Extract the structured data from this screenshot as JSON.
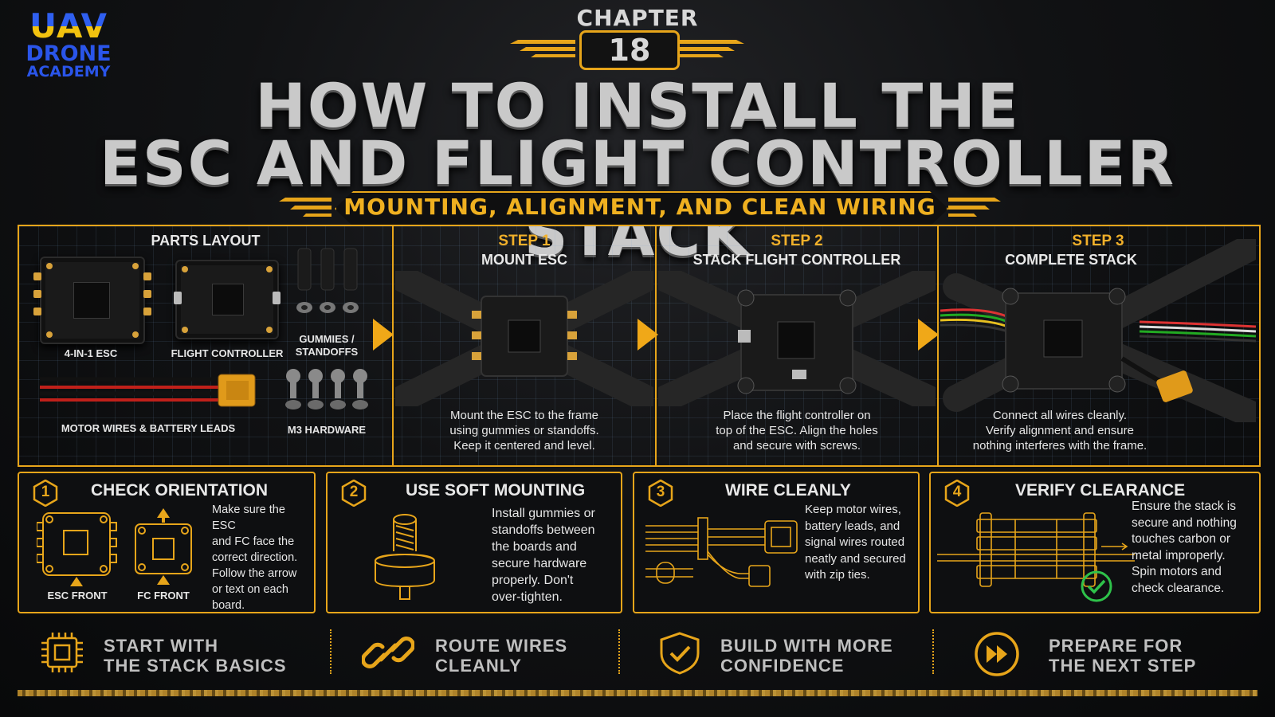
{
  "logo": {
    "line1": "UAV",
    "line2": "DRONE",
    "line3": "ACADEMY"
  },
  "header": {
    "chapter_label": "CHAPTER",
    "chapter_number": "18",
    "title_line1": "HOW TO INSTALL THE",
    "title_line2": "ESC AND FLIGHT CONTROLLER STACK",
    "subtitle": "MOUNTING, ALIGNMENT, AND CLEAN WIRING"
  },
  "parts": {
    "title": "PARTS LAYOUT",
    "esc": "4-IN-1 ESC",
    "fc": "FLIGHT CONTROLLER",
    "gummies_line1": "GUMMIES /",
    "gummies_line2": "STANDOFFS",
    "wires": "MOTOR WIRES & BATTERY LEADS",
    "hardware": "M3 HARDWARE"
  },
  "steps": [
    {
      "num": "STEP 1",
      "name": "MOUNT ESC",
      "desc": [
        "Mount the ESC to the frame",
        "using gummies or standoffs.",
        "Keep it centered and level."
      ]
    },
    {
      "num": "STEP 2",
      "name": "STACK FLIGHT CONTROLLER",
      "desc": [
        "Place the flight controller on",
        "top of the ESC. Align the holes",
        "and secure with screws."
      ]
    },
    {
      "num": "STEP 3",
      "name": "COMPLETE STACK",
      "desc": [
        "Connect all wires cleanly.",
        "Verify alignment and ensure",
        "nothing interferes with the frame."
      ]
    }
  ],
  "tips": [
    {
      "num": "1",
      "title": "CHECK ORIENTATION",
      "text": [
        "Make sure the ESC",
        "and FC face the",
        "correct direction.",
        "Follow the arrow",
        "or text on each",
        "board."
      ],
      "label_a": "ESC FRONT",
      "label_b": "FC FRONT"
    },
    {
      "num": "2",
      "title": "USE SOFT MOUNTING",
      "text": [
        "Install gummies or",
        "standoffs between",
        "the boards and",
        "secure hardware",
        "properly. Don't",
        "over-tighten."
      ]
    },
    {
      "num": "3",
      "title": "WIRE CLEANLY",
      "text": [
        "Keep motor wires,",
        "battery leads, and",
        "signal wires routed",
        "neatly and secured",
        "with zip ties."
      ]
    },
    {
      "num": "4",
      "title": "VERIFY CLEARANCE",
      "text": [
        "Ensure the stack is",
        "secure and nothing",
        "touches carbon or",
        "metal improperly.",
        "Spin motors and",
        "check clearance."
      ]
    }
  ],
  "footer": [
    {
      "line1": "START WITH",
      "line2": "THE STACK BASICS",
      "icon": "chip-icon"
    },
    {
      "line1": "ROUTE WIRES",
      "line2": "CLEANLY",
      "icon": "link-icon"
    },
    {
      "line1": "BUILD WITH MORE",
      "line2": "CONFIDENCE",
      "icon": "shield-check-icon"
    },
    {
      "line1": "PREPARE FOR",
      "line2": "THE NEXT STEP",
      "icon": "fast-forward-icon"
    }
  ],
  "colors": {
    "accent": "#e7a51a",
    "logo_blue": "#2a55ea",
    "logo_yellow": "#f2c20f",
    "check_green": "#2ec24a"
  }
}
